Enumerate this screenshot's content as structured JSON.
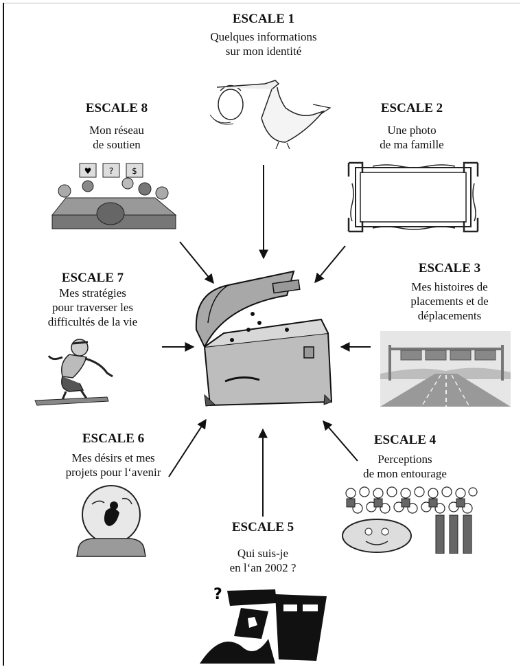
{
  "stops": [
    {
      "id": "escale-1",
      "title": "ESCALE 1",
      "desc": "Quelques informations\nsur mon identité",
      "icon": "stork-icon"
    },
    {
      "id": "escale-2",
      "title": "ESCALE 2",
      "desc": "Une photo\nde ma famille",
      "icon": "photo-frame-icon"
    },
    {
      "id": "escale-3",
      "title": "ESCALE 3",
      "desc": "Mes histoires de\nplacements et de\ndéplacements",
      "icon": "highway-icon"
    },
    {
      "id": "escale-4",
      "title": "ESCALE 4",
      "desc": "Perceptions\nde mon entourage",
      "icon": "crowd-icon"
    },
    {
      "id": "escale-5",
      "title": "ESCALE 5",
      "desc": "Qui suis-je\nen l‘an 2002 ?",
      "icon": "questioning-figure-icon"
    },
    {
      "id": "escale-6",
      "title": "ESCALE 6",
      "desc": "Mes désirs et mes\nprojets pour l‘avenir",
      "icon": "crystal-ball-icon"
    },
    {
      "id": "escale-7",
      "title": "ESCALE 7",
      "desc": "Mes stratégies\npour traverser les\ndifficultés de la vie",
      "icon": "diver-icon"
    },
    {
      "id": "escale-8",
      "title": "ESCALE 8",
      "desc": "Mon réseau\nde soutien",
      "icon": "meeting-table-icon"
    }
  ],
  "center": {
    "icon": "treasure-chest-icon"
  }
}
